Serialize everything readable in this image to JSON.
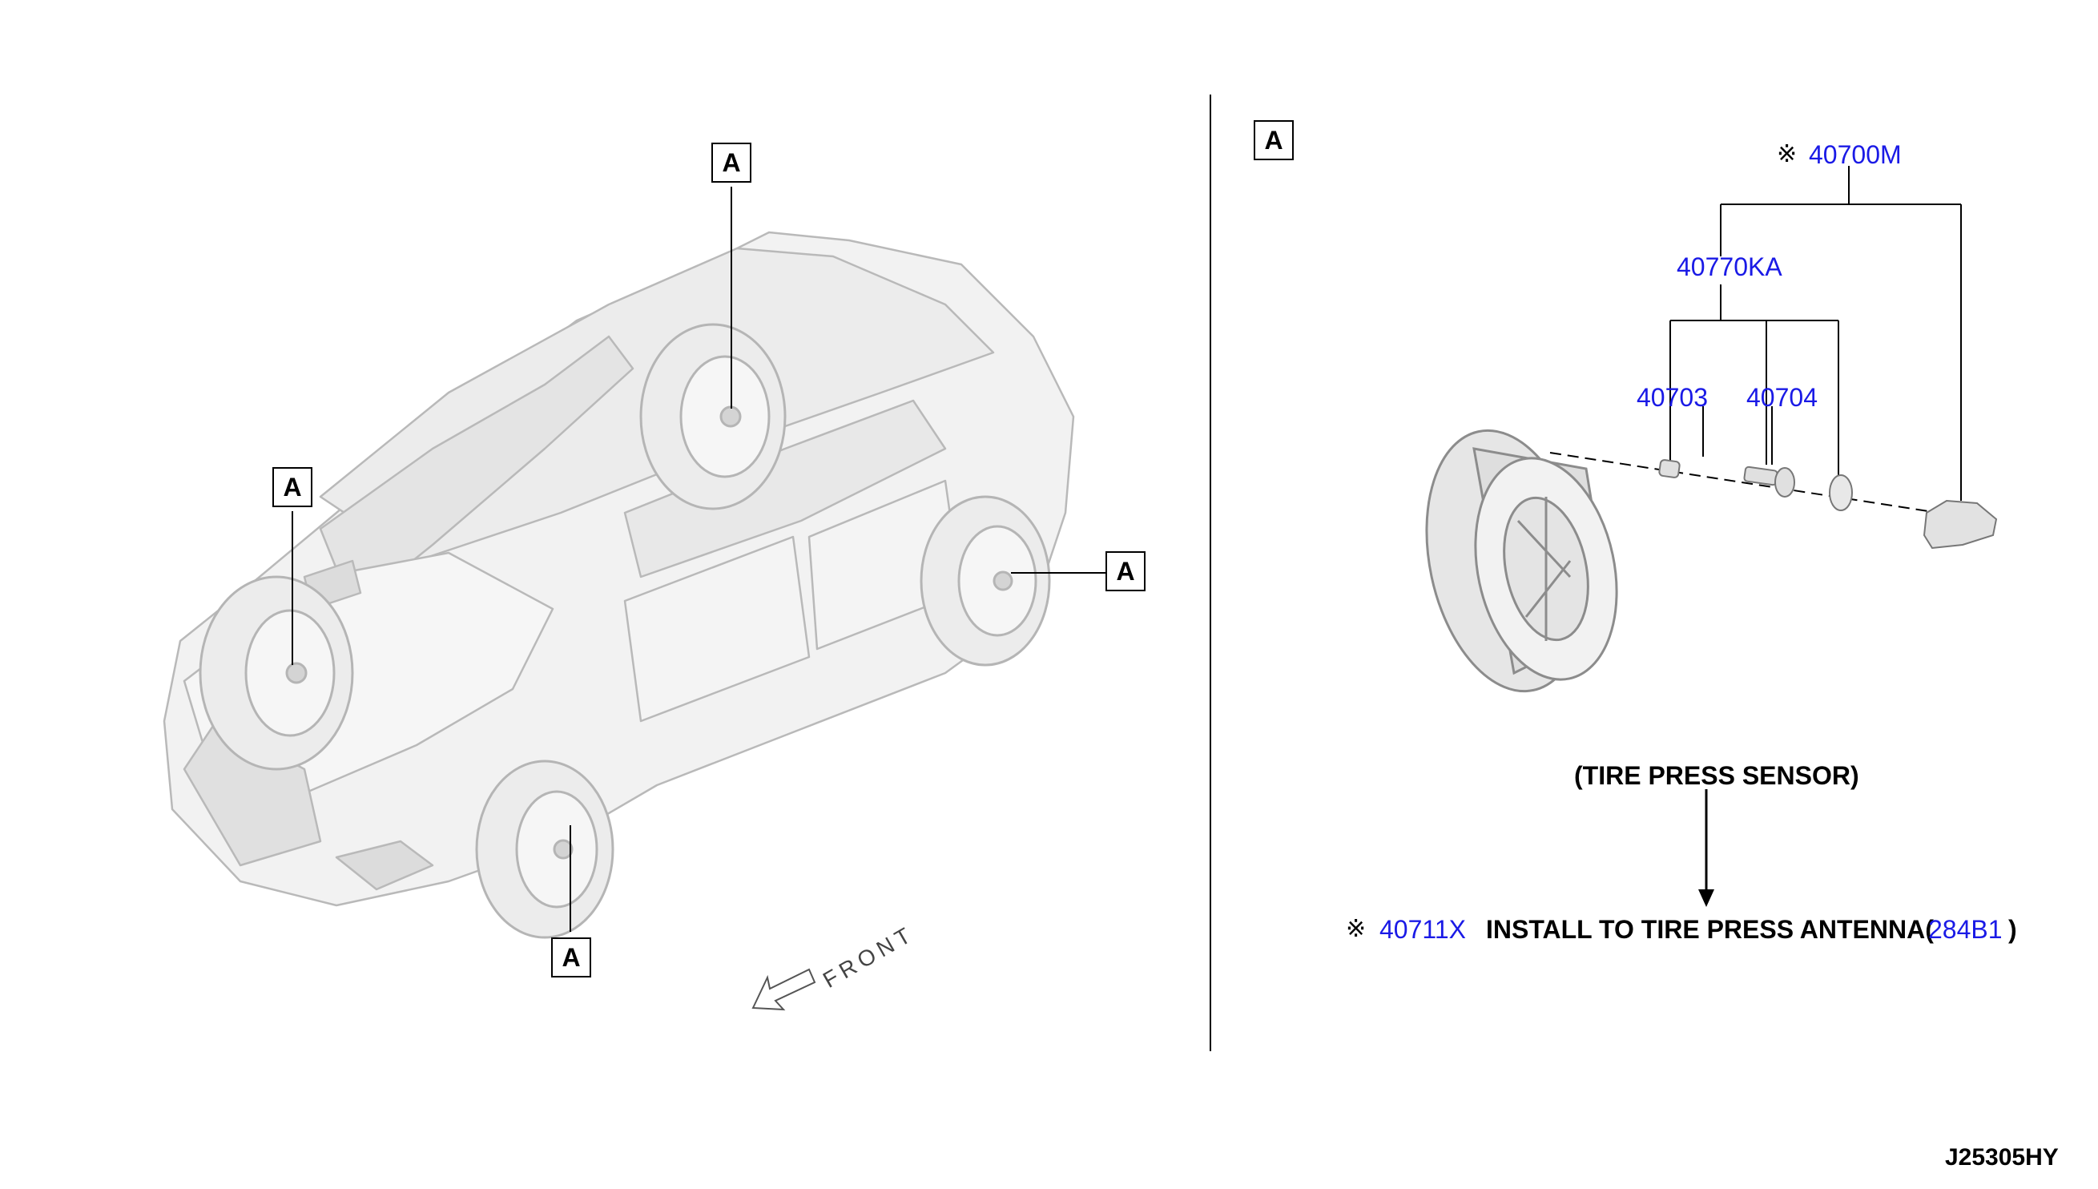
{
  "callouts": {
    "detail_label": "A"
  },
  "front_label": "FRONT",
  "detail_title": "A",
  "parts": {
    "p40700M": "40700M",
    "p40770KA": "40770KA",
    "p40703": "40703",
    "p40704": "40704",
    "p40711X": "40711X",
    "p284B1": "284B1"
  },
  "marks": {
    "ref_mark": "※"
  },
  "labels": {
    "sensor": "(TIRE PRESS SENSOR)",
    "install_pre": "INSTALL TO TIRE PRESS ANTENNA(",
    "install_post": ")"
  },
  "drawing_number": "J25305HY",
  "colors": {
    "part_link": "#1a1ae6",
    "line": "#000000",
    "ghost": "#c8c8c8"
  }
}
